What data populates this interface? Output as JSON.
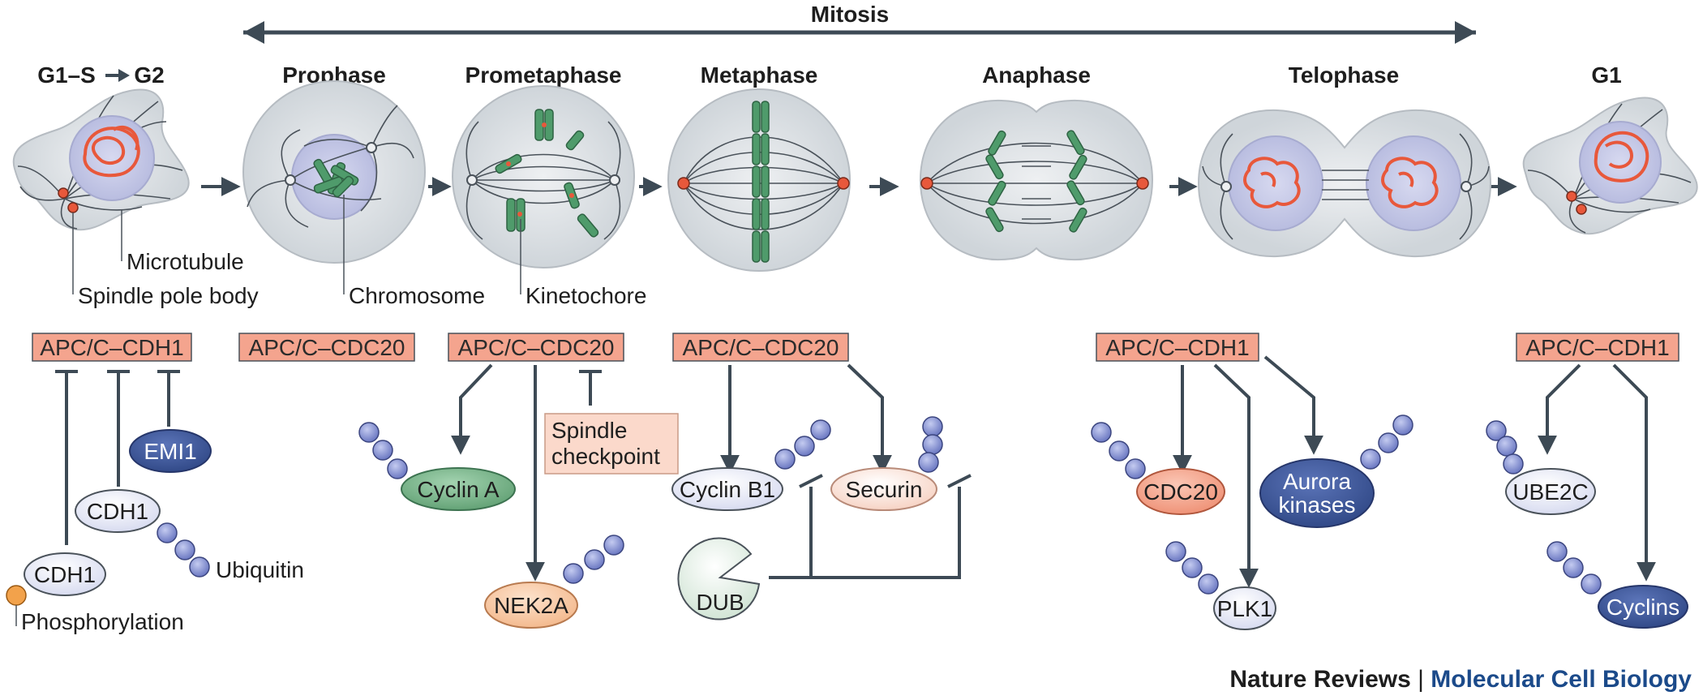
{
  "mitosis_label": "Mitosis",
  "stages": [
    "G1–S",
    "G2",
    "Prophase",
    "Prometaphase",
    "Metaphase",
    "Anaphase",
    "Telophase",
    "G1"
  ],
  "cell_labels": {
    "microtubule": "Microtubule",
    "spindle_pole_body": "Spindle pole body",
    "chromosome": "Chromosome",
    "kinetochore": "Kinetochore"
  },
  "complexes": {
    "apc_cdh1": "APC/C–CDH1",
    "apc_cdc20": "APC/C–CDC20"
  },
  "regulators": {
    "emi1": "EMI1",
    "cdh1": "CDH1",
    "ubiquitin": "Ubiquitin",
    "phosphorylation": "Phosphorylation",
    "spindle_checkpoint_line1": "Spindle",
    "spindle_checkpoint_line2": "checkpoint",
    "dub": "DUB"
  },
  "substrates": {
    "cyclin_a": "Cyclin A",
    "nek2a": "NEK2A",
    "cyclin_b1": "Cyclin B1",
    "securin": "Securin",
    "cdc20": "CDC20",
    "aurora_line1": "Aurora",
    "aurora_line2": "kinases",
    "plk1": "PLK1",
    "ube2c": "UBE2C",
    "cyclins": "Cyclins"
  },
  "footer": {
    "journal": "Nature Reviews",
    "separator": "|",
    "brand": "Molecular Cell Biology"
  },
  "colors": {
    "complex_box": "#f4a48e",
    "checkpoint_box": "#fbd9cb",
    "cell_fill": "#dde2e6",
    "nucleus": "#c7cbe6",
    "chromatin": "#e8583b",
    "chromosome": "#4f9b6b",
    "ubiquitin": "#8e9ad6",
    "emi1": "#3f5a9b",
    "cdh1": "#dfe2f4",
    "cyclin_a": "#73b587",
    "nek2a": "#f7c7a0",
    "cyclin_b1": "#e5e7f5",
    "securin": "#fbe3d8",
    "cdc20": "#f4a48e",
    "aurora": "#3f5a9b",
    "dub": "#e2efe4",
    "footer_brand": "#1b4a8a"
  }
}
